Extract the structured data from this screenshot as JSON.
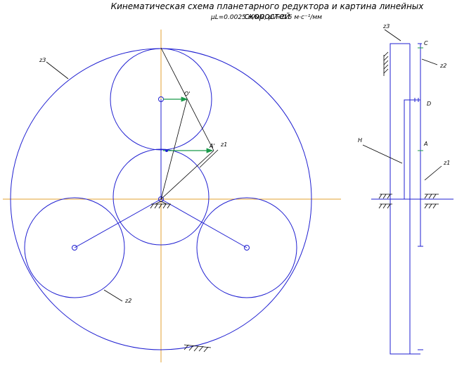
{
  "title": "Кинематическая схема планетарного редуктора и картина линейных скоростей",
  "scale_text": "μL=0.0025 м/мм, μV=0.5 м·с⁻¹/мм",
  "colors": {
    "mechanism": "#1f1fd1",
    "axis": "#e3a232",
    "velocity": "#1a9a4a",
    "construction": "#000000"
  },
  "kinematic_scheme": {
    "labels": {
      "z3": "z3",
      "z2": "z2",
      "z1": "z1",
      "A": "A'",
      "O": "O'"
    }
  },
  "side_view": {
    "labels": {
      "z3": "z3",
      "z2": "z2",
      "z1": "z1",
      "C": "C",
      "D": "D",
      "A": "A",
      "H": "H"
    }
  }
}
